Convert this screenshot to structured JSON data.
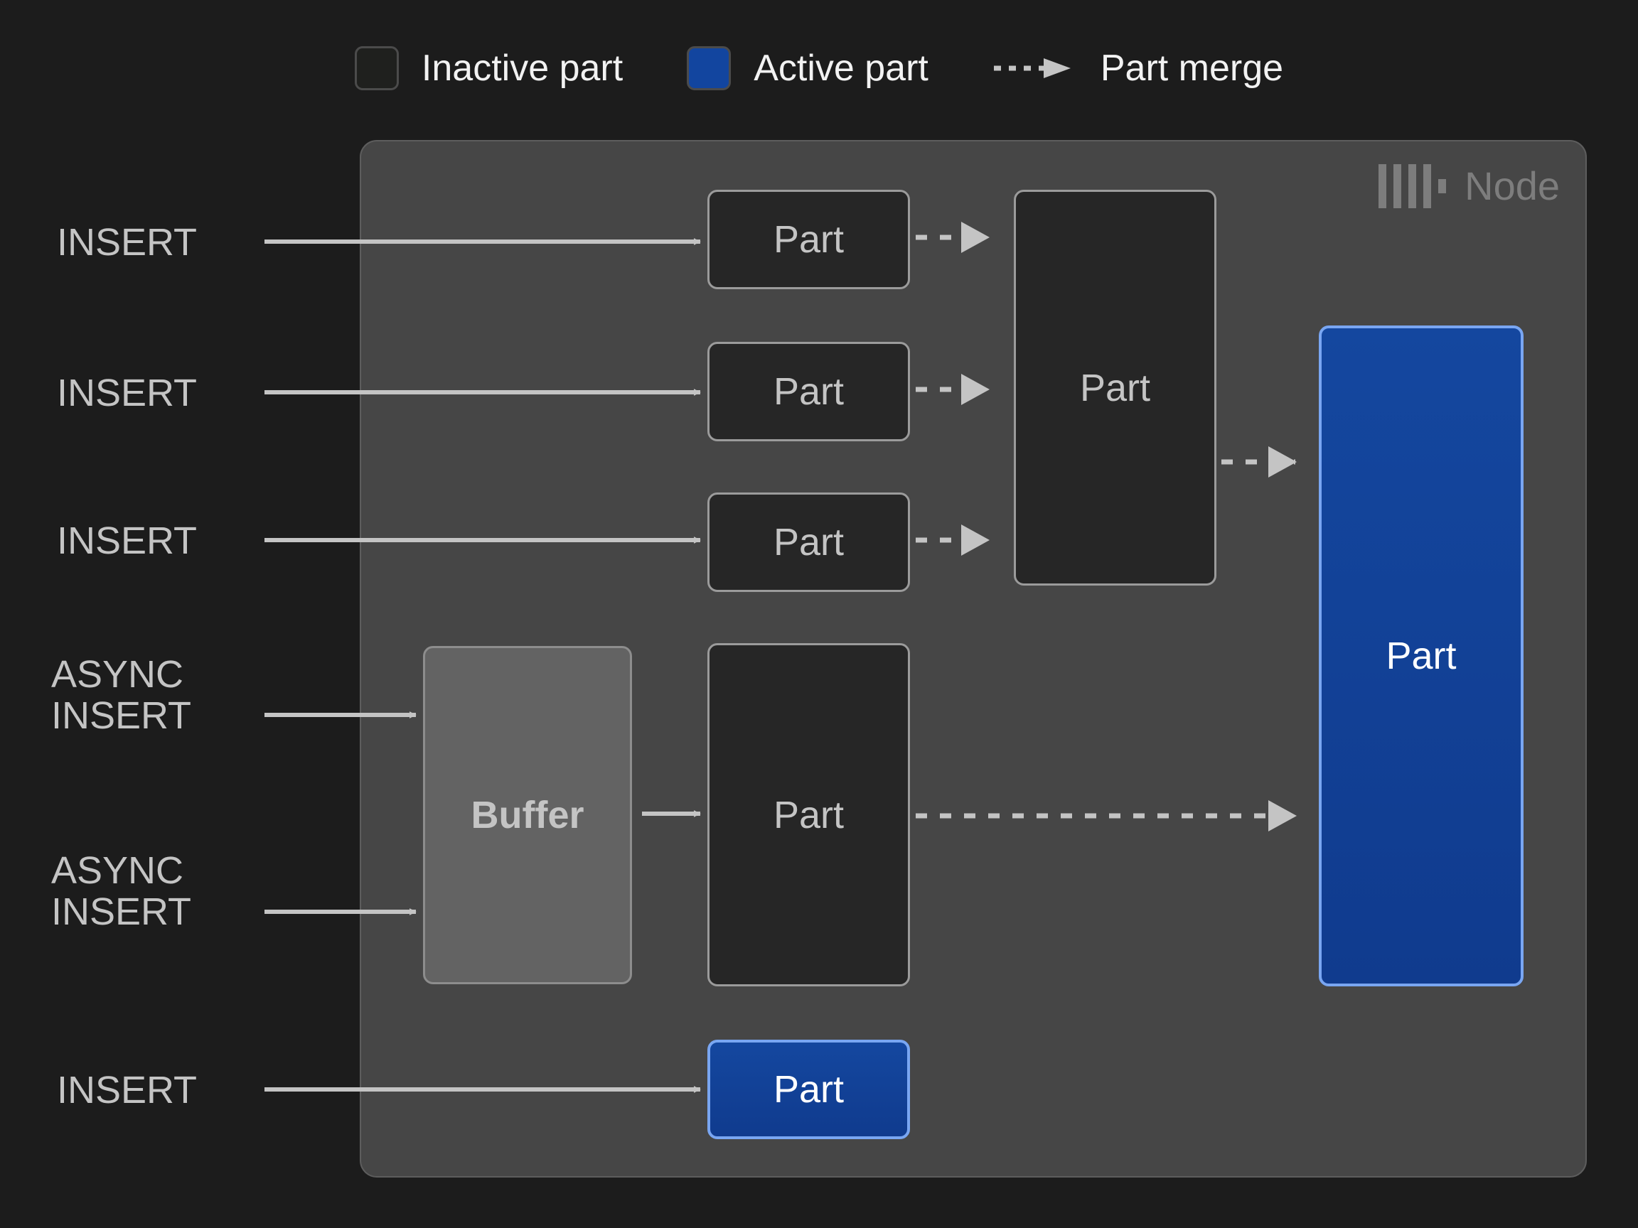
{
  "legend": {
    "items": [
      {
        "id": "inactive",
        "icon": "square-swatch-icon",
        "label": "Inactive part",
        "color": "#1f201e"
      },
      {
        "id": "active",
        "icon": "square-swatch-icon",
        "label": "Active part",
        "color": "#12459f"
      },
      {
        "id": "merge",
        "icon": "dashed-arrow-icon",
        "label": "Part merge",
        "color": "#c4c4c4"
      }
    ]
  },
  "panel": {
    "badge_label": "Node",
    "logo_icon": "clickhouse-logo-icon",
    "background": "#464646",
    "border": "#5d5d5d"
  },
  "inputs": [
    {
      "id": "insert-1",
      "label": "INSERT"
    },
    {
      "id": "insert-2",
      "label": "INSERT"
    },
    {
      "id": "insert-3",
      "label": "INSERT"
    },
    {
      "id": "async-insert-1",
      "label": "ASYNC\nINSERT"
    },
    {
      "id": "async-insert-2",
      "label": "ASYNC\nINSERT"
    },
    {
      "id": "insert-4",
      "label": "INSERT"
    }
  ],
  "boxes": [
    {
      "id": "part-in-1",
      "label": "Part",
      "state": "inactive"
    },
    {
      "id": "part-in-2",
      "label": "Part",
      "state": "inactive"
    },
    {
      "id": "part-in-3",
      "label": "Part",
      "state": "inactive"
    },
    {
      "id": "part-merged-1",
      "label": "Part",
      "state": "inactive"
    },
    {
      "id": "buffer",
      "label": "Buffer",
      "state": "buffer"
    },
    {
      "id": "part-buffered",
      "label": "Part",
      "state": "inactive"
    },
    {
      "id": "part-final",
      "label": "Part",
      "state": "active"
    },
    {
      "id": "part-new",
      "label": "Part",
      "state": "active"
    }
  ],
  "colors": {
    "canvas": "#1c1c1c",
    "panel": "#464646",
    "inactive_fill": "#262626",
    "inactive_border": "#9b9b9b",
    "active_fill": "#12459f",
    "active_border": "#79a6f2",
    "buffer_fill": "#636363",
    "wire": "#c4c4c4",
    "text_muted": "#c4c4c4",
    "text_bright": "#f2f2f2"
  }
}
